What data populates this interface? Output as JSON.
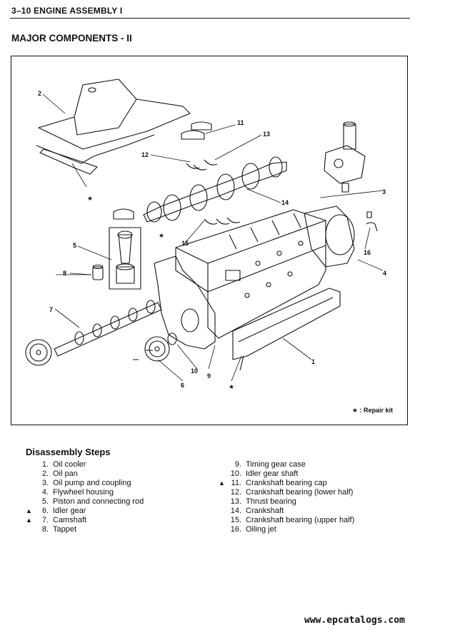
{
  "header": {
    "title": "3–10  ENGINE ASSEMBLY  I"
  },
  "section": {
    "title": "MAJOR COMPONENTS - II"
  },
  "figure": {
    "callouts": {
      "c1": "1",
      "c2": "2",
      "c3": "3",
      "c4": "4",
      "c5": "5",
      "c6": "6",
      "c7": "7",
      "c8": "8",
      "c9": "9",
      "c10": "10",
      "c11": "11",
      "c12": "12",
      "c13": "13",
      "c14": "14",
      "c15": "15",
      "c16": "16",
      "star_a": "★",
      "star_b": "★",
      "star_c": "★"
    },
    "repair_note": "★ : Repair kit"
  },
  "steps": {
    "title": "Disassembly Steps",
    "left": [
      {
        "mark": "",
        "num": "1.",
        "label": "Oil cooler"
      },
      {
        "mark": "",
        "num": "2.",
        "label": "Oil pan"
      },
      {
        "mark": "",
        "num": "3.",
        "label": "Oil pump and coupling"
      },
      {
        "mark": "",
        "num": "4.",
        "label": "Flywheel housing"
      },
      {
        "mark": "",
        "num": "5.",
        "label": "Piston and connecting rod"
      },
      {
        "mark": "▲",
        "num": "6.",
        "label": "Idler gear"
      },
      {
        "mark": "▲",
        "num": "7.",
        "label": "Camshaft"
      },
      {
        "mark": "",
        "num": "8.",
        "label": "Tappet"
      }
    ],
    "right": [
      {
        "mark": "",
        "num": "9.",
        "label": "Timing gear case"
      },
      {
        "mark": "",
        "num": "10.",
        "label": "Idler gear shaft"
      },
      {
        "mark": "▲",
        "num": "11.",
        "label": "Crankshaft bearing cap"
      },
      {
        "mark": "",
        "num": "12.",
        "label": "Crankshaft bearing (lower half)"
      },
      {
        "mark": "",
        "num": "13.",
        "label": "Thrust bearing"
      },
      {
        "mark": "",
        "num": "14.",
        "label": "Crankshaft"
      },
      {
        "mark": "",
        "num": "15.",
        "label": "Crankshaft bearing (upper half)"
      },
      {
        "mark": "",
        "num": "16.",
        "label": "Oiling jet"
      }
    ]
  },
  "footer": {
    "url": "www.epcatalogs.com"
  }
}
